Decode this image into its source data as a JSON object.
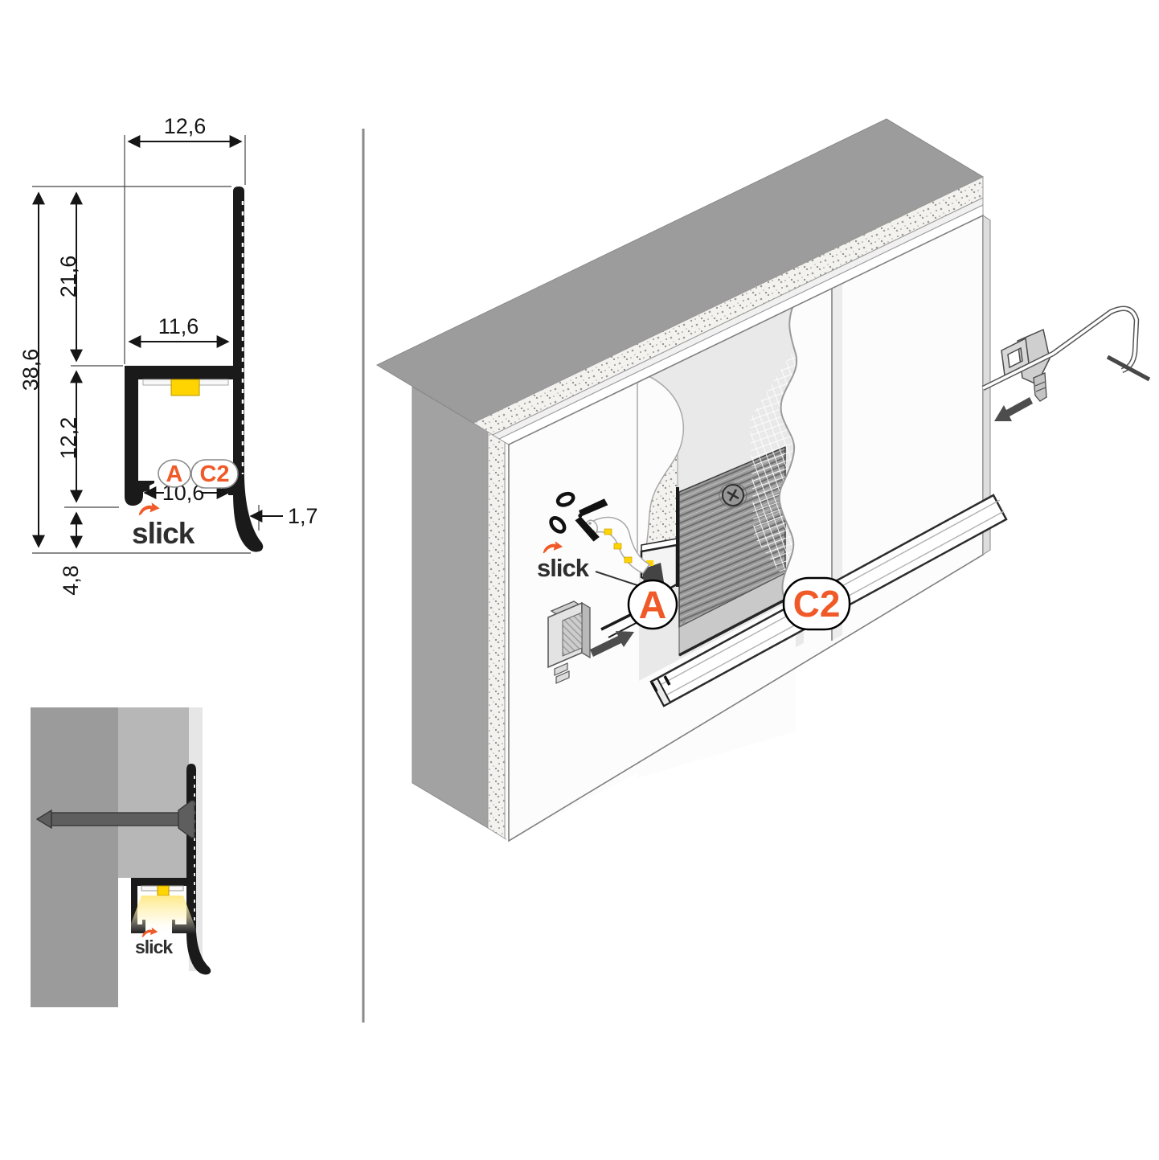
{
  "brand": {
    "name": "slick",
    "accent_color": "#f05a28",
    "text_color": "#2e2e2e"
  },
  "cross_section": {
    "brand": "slick",
    "profile_color": "#1a1a1a",
    "led_color": "#ffd400",
    "dimensions": {
      "top_width": "12,6",
      "upper_height": "21,6",
      "total_height": "38,6",
      "inner_width": "11,6",
      "channel_height": "12,2",
      "opening_width": "10,6",
      "bottom_offset": "4,8",
      "wall_thickness": "1,7"
    },
    "variant_labels": {
      "a": "A",
      "c2": "C2"
    }
  },
  "installation_section": {
    "brand": "slick",
    "glow_color": "#ffe87d"
  },
  "assembly_view": {
    "brand": "slick",
    "labels": {
      "end_cap": "A",
      "cover": "C2"
    },
    "icons": [
      "scissors-icon",
      "insert-arrow-icon",
      "pull-arrow-icon",
      "screw-icon",
      "led-strip",
      "end-cap",
      "cable-clip"
    ]
  }
}
